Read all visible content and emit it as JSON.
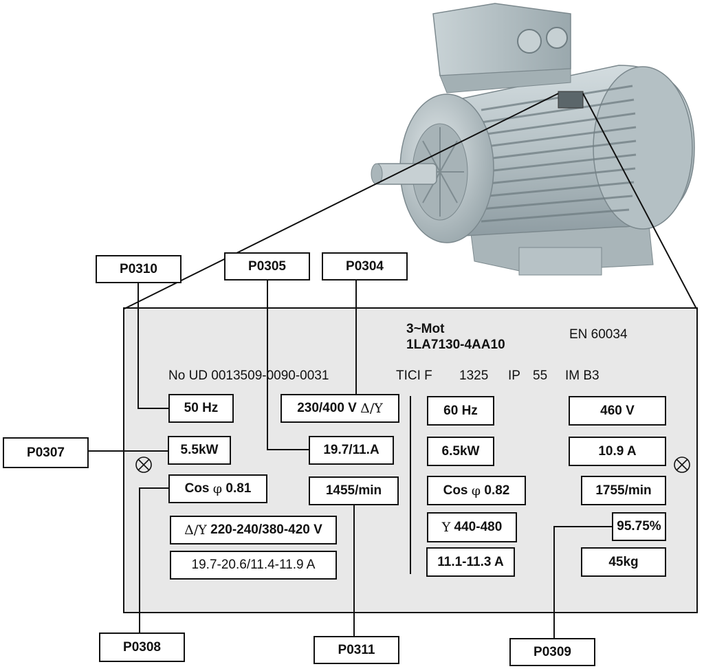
{
  "motor_image": {
    "icon": "electric-motor-icon",
    "body_color": "#b9c4c8",
    "shadow_color": "#7f8d93"
  },
  "plate": {
    "line1": "3~Mot",
    "model": "1LA7130-4AA10",
    "standard": "EN 60034",
    "serial": "No UD 0013509-0090-0031",
    "thermal_class": "TICI F",
    "weight_code": "1325",
    "ip_label": "IP",
    "ip_value": "55",
    "mount": "IM B3",
    "left": {
      "freq": "50 Hz",
      "voltage": "230/400 V",
      "voltage_sym": "Δ/Y",
      "power": "5.5kW",
      "current": "19.7/11.A",
      "cosphi_label": "Cos",
      "phi": "φ",
      "cosphi_value": "0.81",
      "speed": "1455/min",
      "range_sym": "Δ/Y",
      "voltage_range": "220-240/380-420 V",
      "current_range": "19.7-20.6/11.4-11.9 A"
    },
    "right": {
      "freq": "60 Hz",
      "voltage": "460 V",
      "power": "6.5kW",
      "current": "10.9 A",
      "cosphi_label": "Cos",
      "phi": "φ",
      "cosphi_value": "0.82",
      "speed": "1755/min",
      "voltage_sym": "Y",
      "voltage_range": "440-480",
      "efficiency": "95.75%",
      "current_range": "11.1-11.3 A",
      "mass": "45kg"
    }
  },
  "params": {
    "p0310": "P0310",
    "p0305": "P0305",
    "p0304": "P0304",
    "p0307": "P0307",
    "p0308": "P0308",
    "p0311": "P0311",
    "p0309": "P0309"
  }
}
